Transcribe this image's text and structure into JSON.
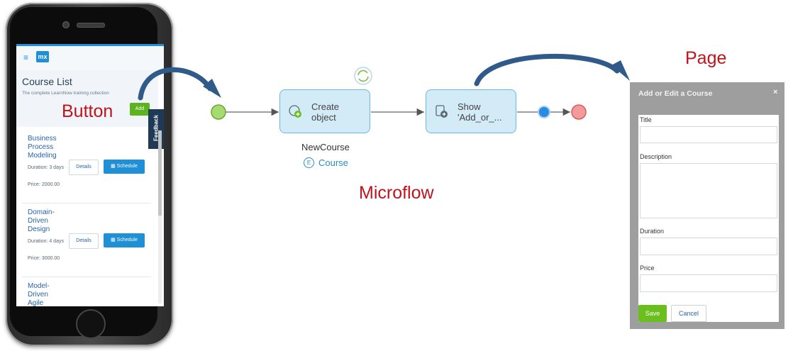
{
  "phone_screen": {
    "menu_icon": "hamburger-icon",
    "logo_text": "mx",
    "title": "Course List",
    "subtitle": "The complete LearnNow training collection",
    "add_label": "Add",
    "feedback_label": "Feedback",
    "courses": [
      {
        "name": "Business Process Modeling",
        "duration": "Duration: 3 days",
        "price": "Price: 2000.00",
        "details": "Details",
        "schedule": "Schedule"
      },
      {
        "name": "Domain-Driven Design",
        "duration": "Duration: 4 days",
        "price": "Price: 3000.00",
        "details": "Details",
        "schedule": "Schedule"
      },
      {
        "name": "Model-Driven Agile",
        "duration": "",
        "price": "",
        "details": "",
        "schedule": ""
      }
    ]
  },
  "labels": {
    "button": "Button",
    "microflow": "Microflow",
    "page": "Page"
  },
  "microflow": {
    "create_activity": "Create object",
    "create_variable": "NewCourse",
    "create_entity": "Course",
    "show_activity_line1": "Show",
    "show_activity_line2": "'Add_or_...",
    "entity_icon_letter": "E"
  },
  "dialog": {
    "title": "Add or Edit a Course",
    "close": "×",
    "fields": [
      {
        "label": "Title"
      },
      {
        "label": "Description"
      },
      {
        "label": "Duration"
      },
      {
        "label": "Price"
      }
    ],
    "save_label": "Save",
    "cancel_label": "Cancel"
  },
  "colors": {
    "accent_blue": "#1f8fd6",
    "label_red": "#c0141c",
    "start_green": "#9ed36a",
    "end_red": "#f28b8b",
    "merge_blue": "#2a8cde",
    "arrow_navy": "#2f5a8a"
  }
}
